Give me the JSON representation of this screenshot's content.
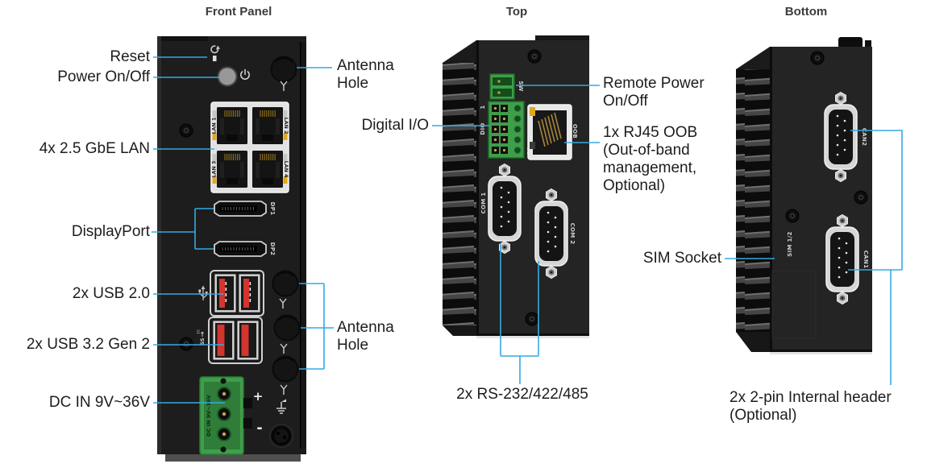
{
  "colors": {
    "background": "#ffffff",
    "callout_line": "#35aae1",
    "device_body": "#242424",
    "connector_green": "#3f9e4a",
    "usb_red": "#d3342e",
    "led_yellow": "#e0a81c"
  },
  "views": {
    "front": {
      "title": "Front Panel",
      "callouts": {
        "reset": "Reset",
        "power": "Power On/Off",
        "lan": "4x 2.5 GbE LAN",
        "displayport": "DisplayPort",
        "usb2": "2x USB 2.0",
        "usb3": "2x USB 3.2 Gen 2",
        "dc_in": "DC IN 9V~36V",
        "antenna_top": "Antenna Hole",
        "antenna_bottom": "Antenna Hole"
      },
      "port_prints": {
        "lan1": "LAN 1",
        "lan2": "LAN 2",
        "lan3": "LAN 3",
        "lan4": "LAN 4",
        "dp1": "DP1",
        "dp2": "DP2",
        "dc_in": "DC IN 9V~36V",
        "plus": "+",
        "minus": "-"
      }
    },
    "top": {
      "title": "Top",
      "callouts": {
        "digital_io": "Digital I/O",
        "remote_power": "Remote Power On/Off",
        "oob": "1x RJ45 OOB (Out-of-band management, Optional)",
        "serial": "2x RS-232/422/485"
      },
      "port_prints": {
        "sw": "SW",
        "dio": "DIO",
        "dio_pin1": "1",
        "dio_pin10": "10",
        "oob": "OOB",
        "com1": "COM 1",
        "com2": "COM 2"
      }
    },
    "bottom": {
      "title": "Bottom",
      "callouts": {
        "sim": "SIM Socket",
        "internal_header": "2x 2-pin Internal header (Optional)"
      },
      "port_prints": {
        "can1": "CAN1",
        "can2": "CAN2",
        "sim": "SIM 1/2"
      }
    }
  }
}
